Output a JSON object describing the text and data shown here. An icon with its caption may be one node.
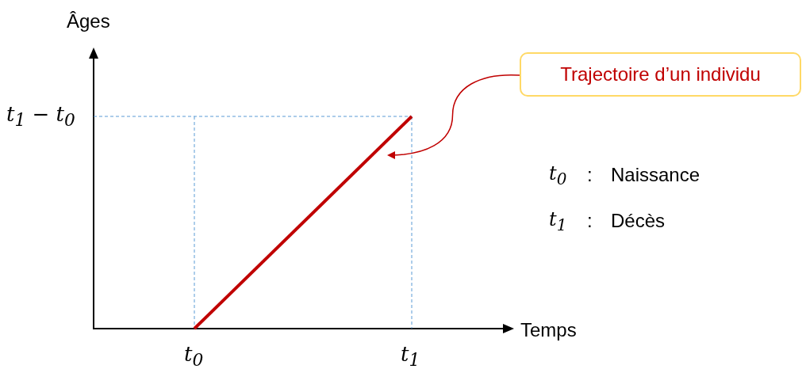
{
  "diagram": {
    "nodes": [
      {
        "text": [
          "Trajectoire d’un individu"
        ]
      },
      {
        "text": [],
        "shape": "line"
      }
    ],
    "edges": [
      {
        "from": 0,
        "to": 1,
        "arrow": "to",
        "color": "#c00000"
      }
    ],
    "labels": [
      "Âges",
      "t$_{1}$ − t$_{0}$",
      "t$_{0}$",
      ":",
      "Naissance",
      "t$_{1}$",
      ":",
      "Décès",
      "Temps",
      "t$_{0}$",
      "t$_{1}$"
    ]
  }
}
